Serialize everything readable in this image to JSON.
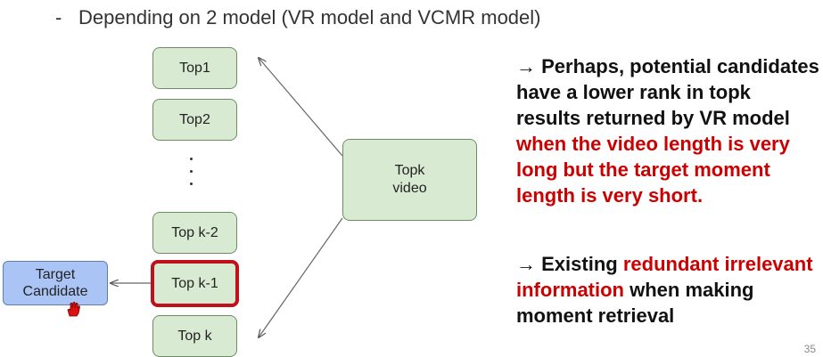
{
  "bullet": {
    "dash": "-",
    "text": "Depending on 2 model (VR model and VCMR model)"
  },
  "diagram": {
    "boxes": [
      "Top1",
      "Top2",
      "Top k-2",
      "Top k-1",
      "Top k"
    ],
    "topk_video": [
      "Topk",
      "video"
    ],
    "target": [
      "Target",
      "Candidate"
    ]
  },
  "notes": {
    "note1": {
      "arrow": "→",
      "black": "Perhaps, potential candidates   have a lower rank in topk results returned by VR model",
      "red": "when the video length is very long but the target moment length is very short."
    },
    "note2": {
      "arrow": "→",
      "black1": "Existing",
      "red": "redundant irrelevant information",
      "black2": "when making moment retrieval"
    }
  },
  "page_number": "35",
  "colors": {
    "box_fill": "#d9ead3",
    "highlight_border": "#c0101a",
    "target_fill": "#a9c4f5",
    "red_text": "#cc0000"
  }
}
